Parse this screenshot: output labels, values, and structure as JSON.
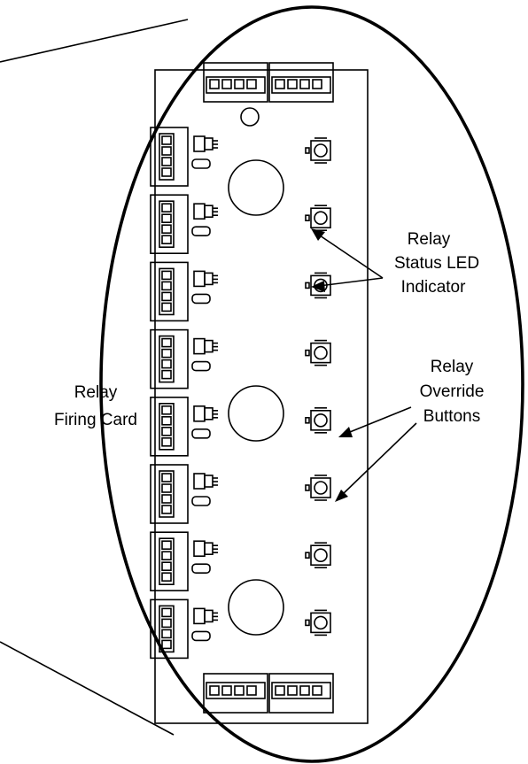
{
  "labels": {
    "firing_card": [
      "Relay",
      "Firing Card"
    ],
    "status_led": [
      "Relay",
      "Status LED",
      "Indicator"
    ],
    "override": [
      "Relay",
      "Override",
      "Buttons"
    ]
  },
  "counts": {
    "relay_channels": 8,
    "top_connectors": 2,
    "bottom_connectors": 2
  },
  "colors": {
    "ink": "#000000",
    "background": "#ffffff"
  }
}
